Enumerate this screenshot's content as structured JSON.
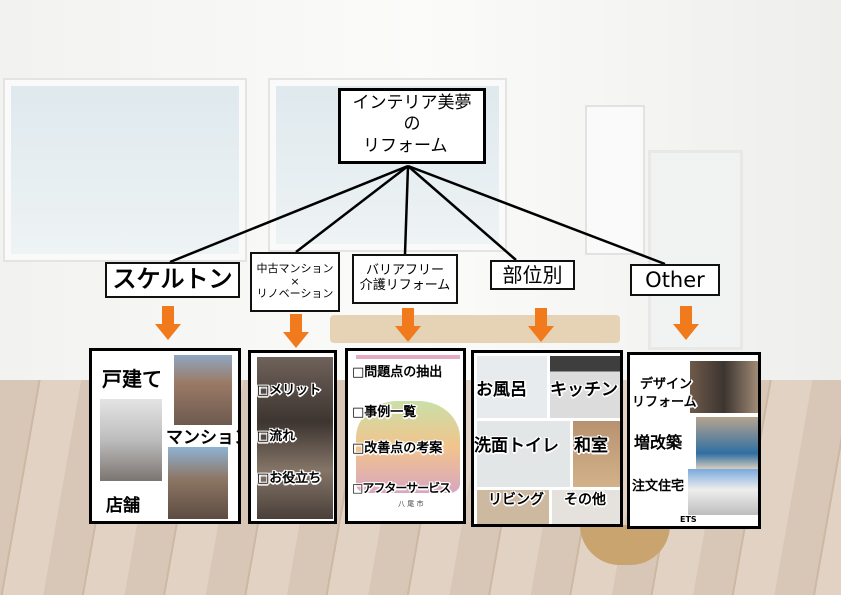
{
  "title": {
    "line1": "インテリア美夢",
    "line2": "の",
    "line3": "リフォーム"
  },
  "accent_color": "#f07a1c",
  "categories": [
    {
      "label": "スケルトン"
    },
    {
      "line1": "中古マンション",
      "line2": "×",
      "line3": "リノベーション"
    },
    {
      "line1": "バリアフリー",
      "line2": "介護リフォーム"
    },
    {
      "label": "部位別"
    },
    {
      "label": "Other"
    }
  ],
  "cards": {
    "skeleton": [
      "戸建て",
      "マンション",
      "店舗"
    ],
    "mansion": [
      "□メリット",
      "□流れ",
      "□お役立ち"
    ],
    "barrierfree": [
      "□問題点の抽出",
      "□事例一覧",
      "□改善点の考案",
      "□アフターサービス"
    ],
    "barrierfree_caption": "八 尾 市",
    "parts": [
      "お風呂",
      "キッチン",
      "洗面トイレ",
      "和室",
      "リビング",
      "その他"
    ],
    "other": [
      "デザイン",
      "リフォーム",
      "増改築",
      "注文住宅"
    ],
    "other_caption": "ETS"
  }
}
